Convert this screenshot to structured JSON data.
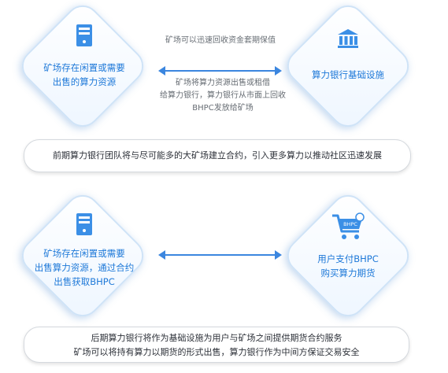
{
  "top": {
    "left_diamond": {
      "line1": "矿场存在闲置或需要",
      "line2": "出售的算力资源"
    },
    "right_diamond": {
      "line1": "算力银行基础设施"
    },
    "arrow_top_label": "矿场可以迅速回收资金套期保值",
    "arrow_bottom_label": {
      "line1": "矿场将算力资源出售或租借",
      "line2": "给算力银行，算力银行从市面上回收",
      "line3": "BHPC发放给矿场"
    },
    "banner": "前期算力银行团队将与尽可能多的大矿场建立合约，引入更多算力以推动社区迅速发展"
  },
  "bottom": {
    "left_diamond": {
      "line1": "矿场存在闲置或需要",
      "line2": "出售算力资源，通过合约",
      "line3": "出售获取BHPC"
    },
    "right_diamond": {
      "line1": "用户支付BHPC",
      "line2": "购买算力期货"
    },
    "cart_label": "BHPC",
    "banner": {
      "line1": "后期算力银行将作为基础设施为用户与矿场之间提供期货合约服务",
      "line2": "矿场可以将持有算力以期货的形式出售，算力银行作为中间方保证交易安全"
    }
  },
  "colors": {
    "accent": "#1d78d8",
    "arrow": "#3b86df",
    "note_text": "#666c73"
  }
}
